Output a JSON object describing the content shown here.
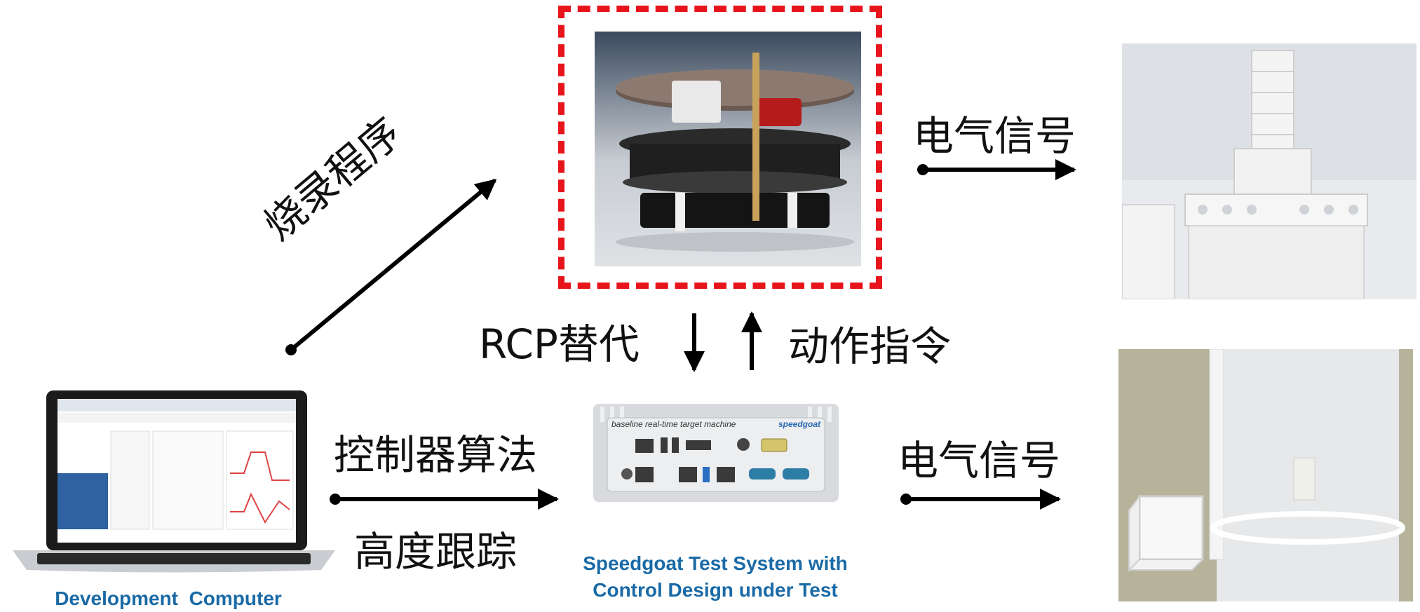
{
  "labels": {
    "burn_program": "烧录程序",
    "electrical_signal_top": "电气信号",
    "electrical_signal_bottom": "电气信号",
    "rcp_replace": "RCP替代",
    "action_command": "动作指令",
    "control_algorithm": "控制器算法",
    "height_tracking": "高度跟踪"
  },
  "captions": {
    "development_computer": "Development  Computer",
    "speedgoat_line1": "Speedgoat Test System with",
    "speedgoat_line2": "Control Design under Test"
  },
  "device_panel": {
    "header_left": "baseline real-time target machine",
    "brand": "speedgoat"
  },
  "colors": {
    "dashed_border": "#e8141b",
    "caption_blue": "#1a6aa6",
    "arrow": "#000000"
  }
}
